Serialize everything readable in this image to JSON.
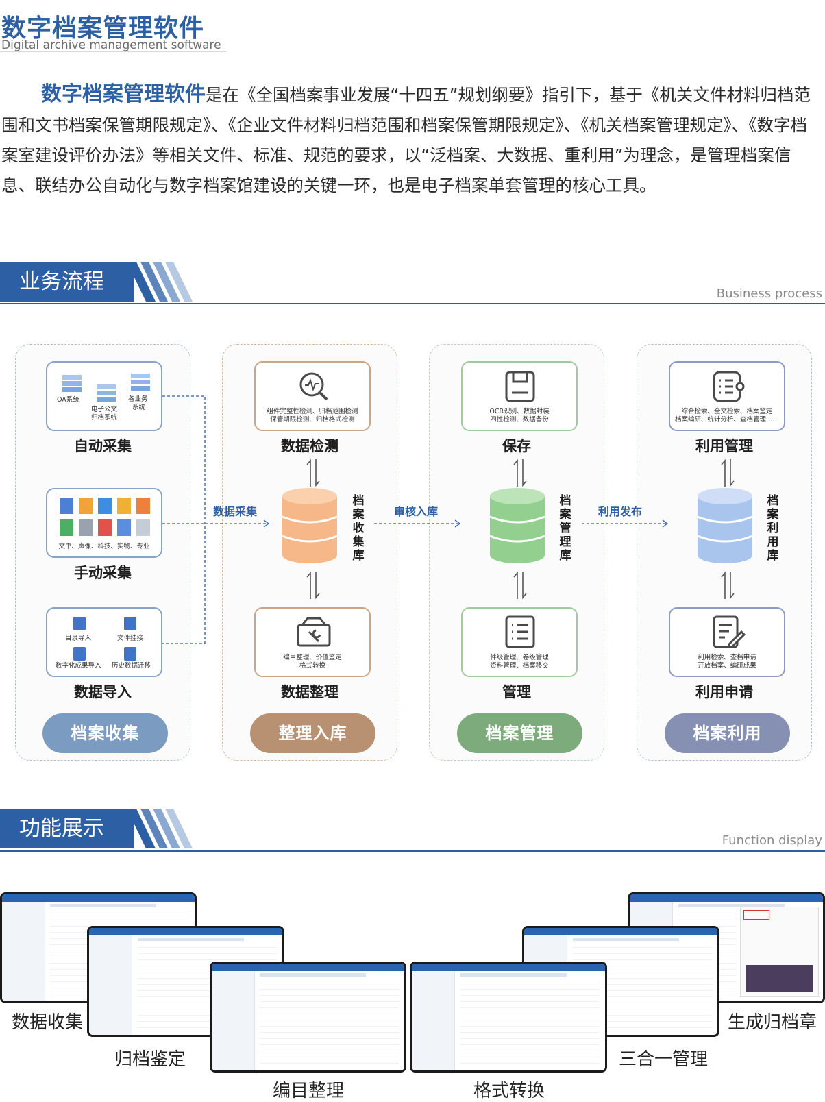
{
  "header": {
    "title": "数字档案管理软件",
    "subtitle": "Digital archive management software"
  },
  "intro": {
    "highlight": "数字档案管理软件",
    "text": "是在《全国档案事业发展“十四五”规划纲要》指引下，基于《机关文件材料归档范围和文书档案保管期限规定》、《企业文件材料归档范围和档案保管期限规定》、《机关档案管理规定》、《数字档案室建设评价办法》等相关文件、标准、规范的要求，以“泛档案、大数据、重利用”为理念，是管理档案信息、联结办公自动化与数字档案馆建设的关键一环，也是电子档案单套管理的核心工具。"
  },
  "business_section": {
    "title": "业务流程",
    "title_en": "Business process"
  },
  "function_section": {
    "title": "功能展示",
    "title_en": "Function display"
  },
  "flow": {
    "col1": {
      "auto": {
        "oa": "OA系统",
        "doc_line1": "电子公文",
        "doc_line2": "归档系统",
        "biz_line1": "各业务",
        "biz_line2": "系统",
        "label": "自动采集"
      },
      "manual": {
        "files": "文书、声像、科技、实物、专业",
        "label": "手动采集"
      },
      "import": {
        "a": "目录导入",
        "b": "文件挂接",
        "c": "数字化成果导入",
        "d": "历史数据迁移",
        "label": "数据导入"
      },
      "pill": "档案收集"
    },
    "col2": {
      "check": {
        "line1": "组件完整性检测、归档范围检测",
        "line2": "保管期限检测、归档格式检测",
        "label": "数据检测"
      },
      "db": "档案收集库",
      "sort": {
        "line1": "编目整理、价值鉴定",
        "line2": "格式转换",
        "label": "数据整理"
      },
      "pill": "整理入库"
    },
    "col3": {
      "save": {
        "line1": "OCR识别、数据封装",
        "line2": "四性检测、数据备份",
        "label": "保存"
      },
      "db": "档案管理库",
      "manage": {
        "line1": "件级管理、卷级管理",
        "line2": "资料管理、档案移交",
        "label": "管理"
      },
      "pill": "档案管理"
    },
    "col4": {
      "use": {
        "line1": "综合检索、全文检索、档案鉴定",
        "line2": "档案编研、统计分析、查档管理……",
        "label": "利用管理"
      },
      "db": "档案利用库",
      "apply": {
        "line1": "利用检索、查档申请",
        "line2": "开放档案、编研成果",
        "label": "利用申请"
      },
      "pill": "档案利用"
    },
    "arrows": {
      "a1": "数据采集",
      "a2": "审核入库",
      "a3": "利用发布"
    }
  },
  "screens": {
    "s1": "数据收集",
    "s2": "归档鉴定",
    "s3": "编目整理",
    "s4": "格式转换",
    "s5": "三合一管理",
    "s6": "生成归档章"
  },
  "colors": {
    "brand": "#2c5fa3",
    "collect": "#7c9bc0",
    "sort": "#b89072",
    "manage": "#7eab7c",
    "use": "#8590b2",
    "db_orange": "#f6b888",
    "db_green": "#93cf8e",
    "db_blue": "#a9c5ee"
  }
}
